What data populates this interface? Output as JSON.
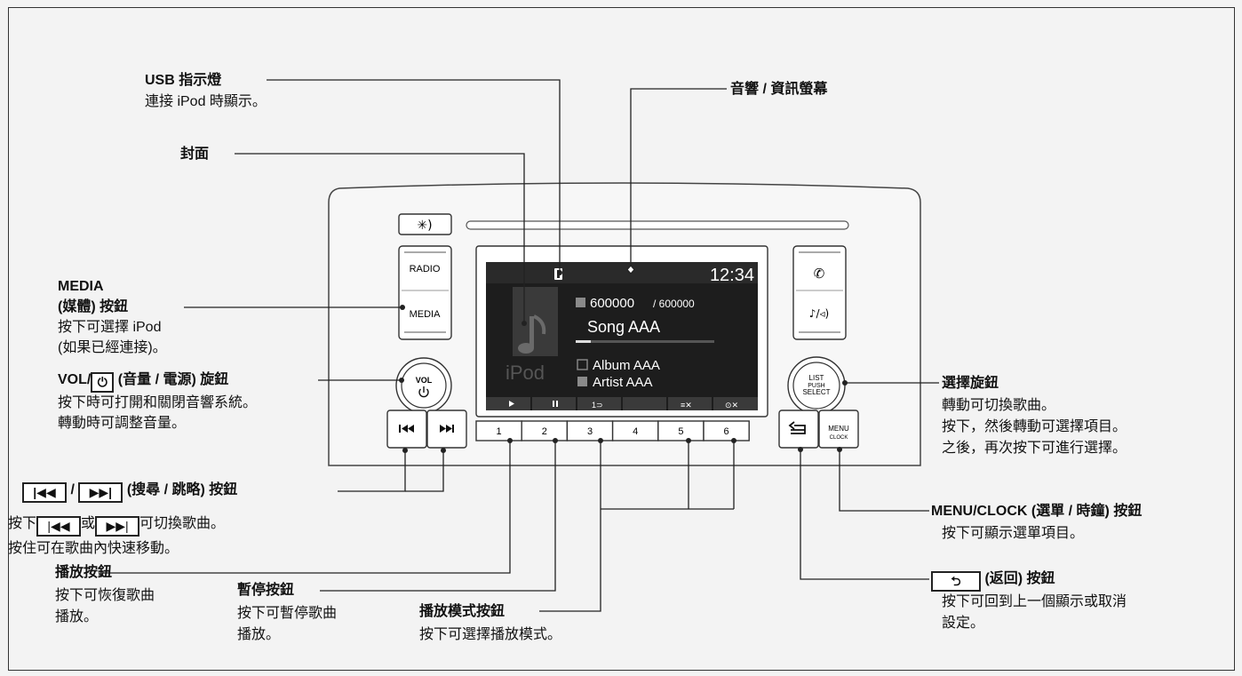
{
  "labels": {
    "usb_title": "USB",
    "usb_title_suffix": "指示燈",
    "usb_desc": "連接 iPod 時顯示。",
    "cover_title": "封面",
    "screen_title": "音響 / 資訊螢幕",
    "media_title": "MEDIA",
    "media_title2": "(媒體) 按鈕",
    "media_desc1": "按下可選擇 iPod",
    "media_desc2": "(如果已經連接)。",
    "vol_prefix": "VOL/",
    "vol_suffix": "(音量 / 電源) 旋鈕",
    "vol_desc1": "按下時可打開和關閉音響系統。",
    "vol_desc2": "轉動時可調整音量。",
    "seek_sep": "/",
    "seek_suffix": "(搜尋 / 跳略) 按鈕",
    "seek_desc1_a": "按下",
    "seek_desc1_b": "或",
    "seek_desc1_c": "可切換歌曲。",
    "seek_desc2": "按住可在歌曲內快速移動。",
    "play_title": "播放按鈕",
    "play_desc1": "按下可恢復歌曲",
    "play_desc2": "播放。",
    "pause_title": "暫停按鈕",
    "pause_desc1": "按下可暫停歌曲",
    "pause_desc2": "播放。",
    "mode_title": "播放模式按鈕",
    "mode_desc": "按下可選擇播放模式。",
    "select_title": "選擇旋鈕",
    "select_desc1": "轉動可切換歌曲。",
    "select_desc2": "按下，然後轉動可選擇項目。",
    "select_desc3": "之後，再次按下可進行選擇。",
    "menu_title": "MENU/CLOCK",
    "menu_title2": "(選單 / 時鐘) 按鈕",
    "menu_desc": "按下可顯示選單項目。",
    "back_suffix": "(返回) 按鈕",
    "back_desc1": "按下可回到上一個顯示或取消",
    "back_desc2": "設定。"
  },
  "unit": {
    "radio": "RADIO",
    "media": "MEDIA",
    "vol": "VOL",
    "list1": "LIST",
    "list2": "PUSH",
    "list3": "SELECT",
    "menu1": "MENU",
    "menu2": "CLOCK",
    "presets": [
      "1",
      "2",
      "3",
      "4",
      "5",
      "6"
    ]
  },
  "screen": {
    "time": "12:34",
    "track_num": "600000",
    "track_total": "/ 600000",
    "song": "Song AAA",
    "album": "Album AAA",
    "artist": "Artist AAA",
    "source_watermark": "iPod"
  },
  "colors": {
    "screen_bg": "#1d1d1d",
    "line": "#222222"
  }
}
